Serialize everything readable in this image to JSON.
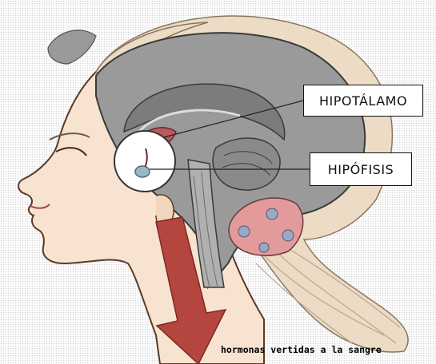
{
  "labels": {
    "hypothalamus": "HIPOTÁLAMO",
    "pituitary": "HIPÓFISIS"
  },
  "caption": "hormonas vertidas a la sangre",
  "icons": {
    "arrow": "red-down-arrow-icon",
    "head": "head-profile-illustration"
  },
  "colors": {
    "skin": "#f7e3cf",
    "hair": "#ecdcc6",
    "brain": "#9a9a9a",
    "hypothalamus": "#b85a60",
    "pituitary": "#9ab7c6",
    "arrow": "#b5453f",
    "scrunchie": "#e39a9a"
  }
}
